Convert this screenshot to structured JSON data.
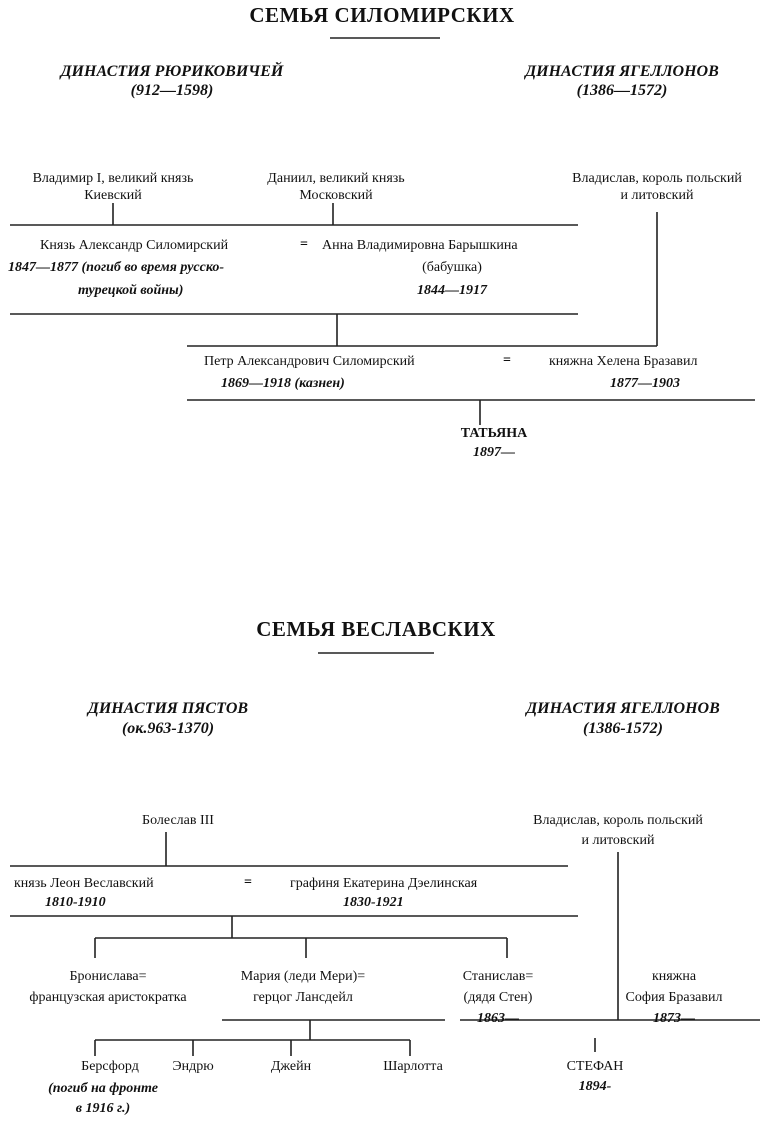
{
  "f1": {
    "title": "СЕМЬЯ СИЛОМИРСКИХ",
    "dyn_left": {
      "name": "ДИНАСТИЯ РЮРИКОВИЧЕЙ",
      "years": "(912—1598)"
    },
    "dyn_right": {
      "name": "ДИНАСТИЯ ЯГЕЛЛОНОВ",
      "years": "(1386—1572)"
    },
    "vladimir": [
      "Владимир I, великий князь",
      "Киевский"
    ],
    "daniil": [
      "Даниил, великий князь",
      "Московский"
    ],
    "vladislav": [
      "Владислав, король польский",
      "и литовский"
    ],
    "alexander": {
      "name": "Князь Александр Силомирский",
      "years_1": "1847—1877 (погиб во время русско-",
      "years_2": "турецкой войны)"
    },
    "marriage_sign": "=",
    "anna": {
      "name": "Анна Владимировна Барышкина",
      "note": "(бабушка)",
      "years": "1844—1917"
    },
    "petr": {
      "name": "Петр Александрович Силомирский",
      "years": "1869—1918 (казнен)"
    },
    "helena": {
      "name": "княжна Хелена Бразавил",
      "years": "1877—1903"
    },
    "tatiana": {
      "name": "ТАТЬЯНА",
      "years": "1897—"
    }
  },
  "f2": {
    "title": "СЕМЬЯ ВЕСЛАВСКИХ",
    "dyn_left": {
      "name": "ДИНАСТИЯ ПЯСТОВ",
      "years": "(ок.963-1370)"
    },
    "dyn_right": {
      "name": "ДИНАСТИЯ ЯГЕЛЛОНОВ",
      "years": "(1386-1572)"
    },
    "boleslav": "Болеслав III",
    "vladislav": [
      "Владислав, король польский",
      "и литовский"
    ],
    "leon": {
      "name": "князь Леон Веславский",
      "years": "1810-1910"
    },
    "marriage_sign": "=",
    "ekaterina": {
      "name": "графиня Екатерина Дэелинская",
      "years": "1830-1921"
    },
    "bronislava": [
      "Бронислава=",
      "французская аристократка"
    ],
    "maria": [
      "Мария (леди Мери)=",
      "герцог Лансдейл"
    ],
    "stanislav": {
      "name": "Станислав=",
      "note": "(дядя Стен)",
      "years": "1863—"
    },
    "sofia": {
      "name_1": "княжна",
      "name_2": "София Бразавил",
      "years": "1873—"
    },
    "children": [
      "Берсфорд",
      "Эндрю",
      "Джейн",
      "Шарлотта"
    ],
    "bersford_note": [
      "(погиб на фронте",
      "в 1916 г.)"
    ],
    "stefan": {
      "name": "СТЕФАН",
      "years": "1894-"
    }
  }
}
